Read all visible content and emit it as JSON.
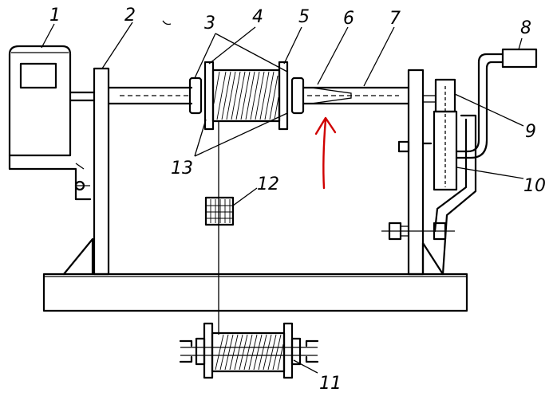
{
  "labels": [
    "1",
    "2",
    "3",
    "4",
    "5",
    "6",
    "7",
    "8",
    "9",
    "10",
    "11",
    "12",
    "13"
  ],
  "colors": {
    "ink": "#000000",
    "arrow": "#d00000",
    "paper": "#ffffff"
  }
}
